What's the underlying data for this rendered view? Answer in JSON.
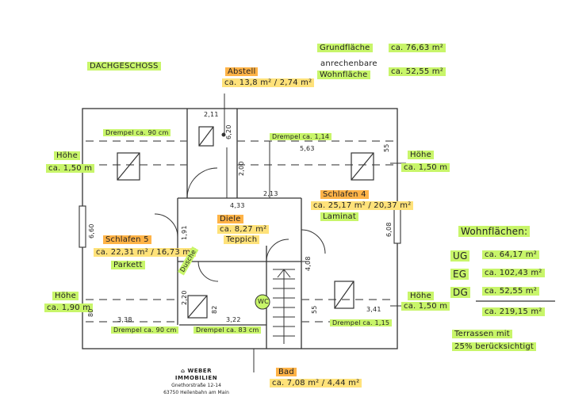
{
  "header": {
    "floor": "DACHGESCHOSS",
    "grundflaeche_label": "Grundfläche",
    "grundflaeche_value": "ca. 76,63 m²",
    "anrechenbare_label_1": "anrechenbare",
    "anrechenbare_label_2": "Wohnfläche",
    "wohnflaeche_value": "ca. 52,55 m²"
  },
  "rooms": {
    "abstell_name": "Abstell",
    "abstell_area": "ca. 13,8 m² / 2,74 m²",
    "diele_name": "Diele",
    "diele_area": "ca. 8,27 m²",
    "diele_floor": "Teppich",
    "schlafen5_name": "Schlafen 5",
    "schlafen5_area": "ca. 22,31 m² / 16,73 m²",
    "schlafen5_floor": "Parkett",
    "schlafen4_name": "Schlafen 4",
    "schlafen4_area": "ca. 25,17 m² / 20,37 m²",
    "schlafen4_floor": "Laminat",
    "bad_name": "Bad",
    "bad_area": "ca. 7,08 m² / 4,44 m²",
    "dusche": "Dusche",
    "wc": "WC"
  },
  "heights": {
    "hoehe_label": "Höhe",
    "hoehe_190": "ca. 1,90 m",
    "hoehe_150": "ca. 1,50 m",
    "hoehe_150b": "ca. 1,50 m",
    "hoehe_150c": "ca. 1,50 m"
  },
  "kniestock": {
    "top_left": "Drempel ca. 90 cm",
    "top_right": "Drempel ca. 1,14",
    "bottom_left": "Drempel ca. 90 cm",
    "bottom_mid": "Drempel ca. 83 cm",
    "bottom_right": "Drempel ca. 1,15"
  },
  "dimensions": {
    "d_2_11": "2,11",
    "d_6_20": "6,20",
    "d_5_63": "5,63",
    "d_55_top": "55",
    "d_2_00": "2,00",
    "d_2_13": "2,13",
    "d_4_33": "4,33",
    "d_6_60": "6,60",
    "d_1_91": "1,91",
    "d_6_08": "6,08",
    "d_4_08": "4,08",
    "d_80": "80",
    "d_3_38": "3,38",
    "d_2_20": "2,20",
    "d_82": "82",
    "d_3_22": "3,22",
    "d_55_bot": "55",
    "d_3_41": "3,41"
  },
  "summary": {
    "title": "Wohnflächen:",
    "ug_label": "UG",
    "ug_value": "ca. 64,17 m²",
    "eg_label": "EG",
    "eg_value": "ca. 102,43 m²",
    "dg_label": "DG",
    "dg_value": "ca. 52,55 m²",
    "total_value": "ca. 219,15 m²",
    "note_1": "Terrassen mit",
    "note_2": "25% berücksichtigt"
  },
  "logo": {
    "company": "WEBER IMMOBILIEN",
    "street": "Gnethorstraße 12-14",
    "city": "63750 Heilenbahn am Main"
  }
}
